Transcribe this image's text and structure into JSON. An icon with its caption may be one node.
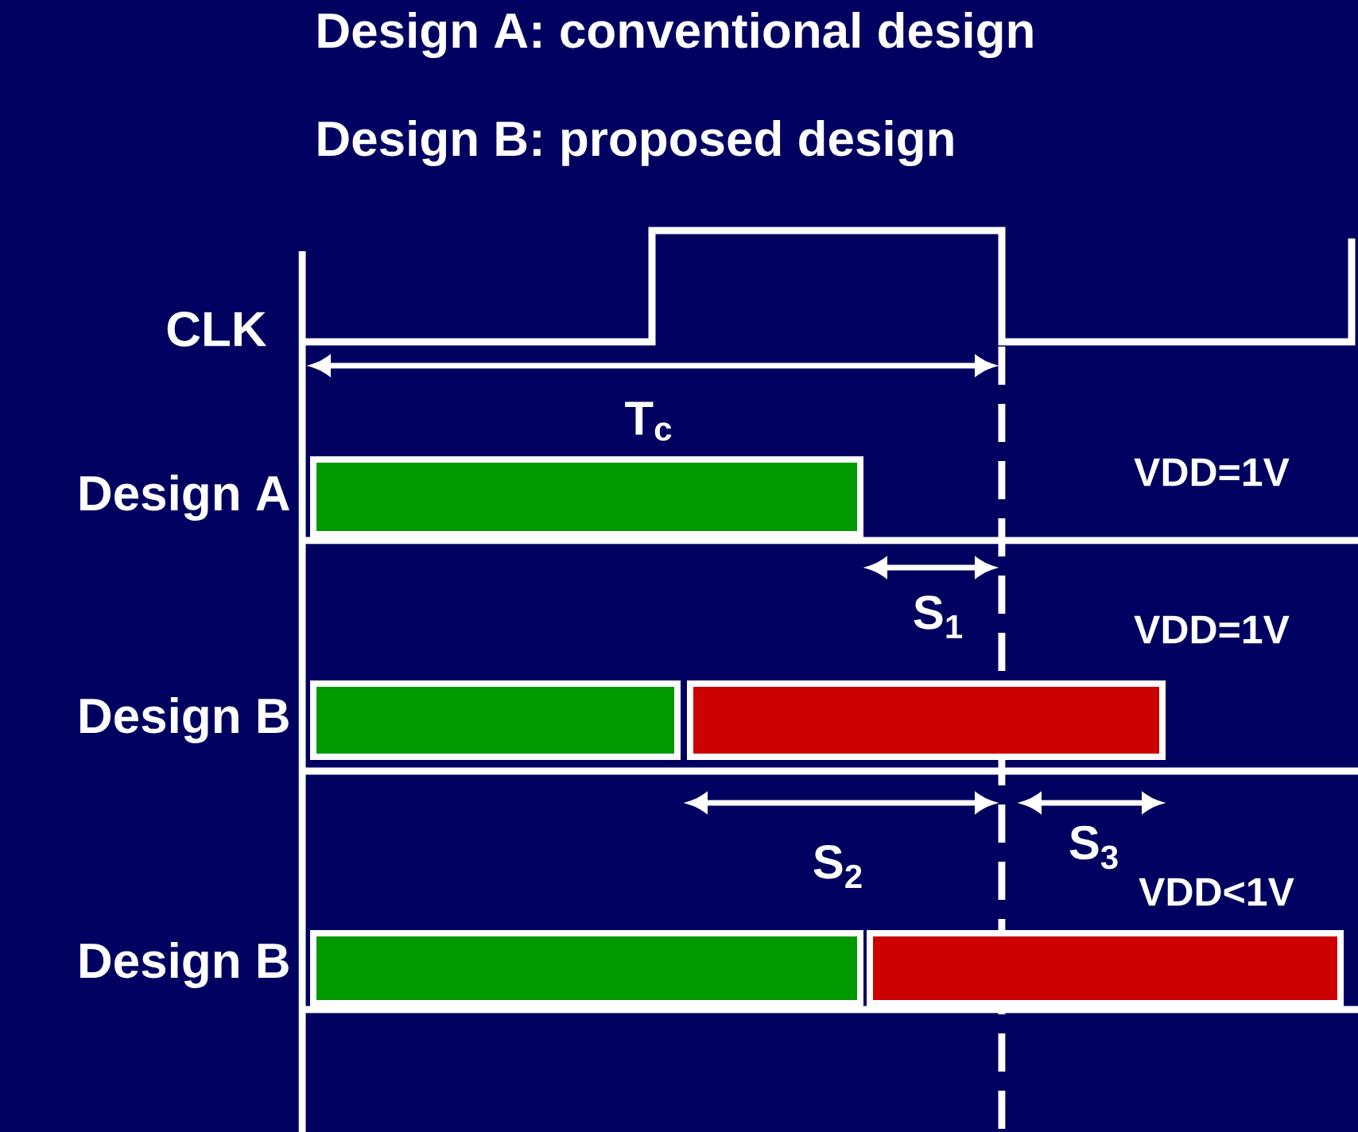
{
  "diagram": {
    "nodes": [
      {
        "text": [],
        "shape": "bar"
      },
      {
        "text": [],
        "shape": "bar"
      },
      {
        "text": [],
        "shape": "bar"
      },
      {
        "text": [],
        "shape": "bar"
      },
      {
        "text": [],
        "shape": "bar"
      }
    ],
    "labels": [
      "Design A: conventional design",
      "Design B: proposed design",
      "CLK",
      "T$_{c}$",
      "Design A",
      "VDD=1V",
      "S$_{1}$",
      "VDD=1V",
      "Design B",
      "S$_{2}$",
      "S$_{3}$",
      "VDD<1V",
      "Design B"
    ]
  }
}
